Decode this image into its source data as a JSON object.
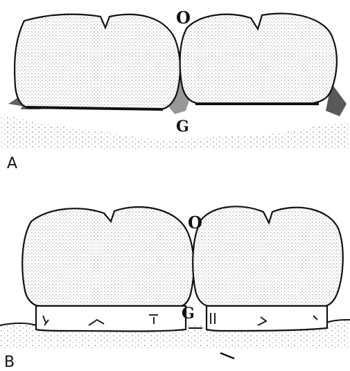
{
  "figure_a": {
    "panel_label": "A",
    "occlusal_label": "O",
    "gingival_label": "G"
  },
  "figure_b": {
    "panel_label": "B",
    "occlusal_label": "O",
    "gingival_label": "G"
  },
  "colors": {
    "ink": "#111111",
    "stipple": "#9a9a9a",
    "paper": "#ffffff"
  }
}
